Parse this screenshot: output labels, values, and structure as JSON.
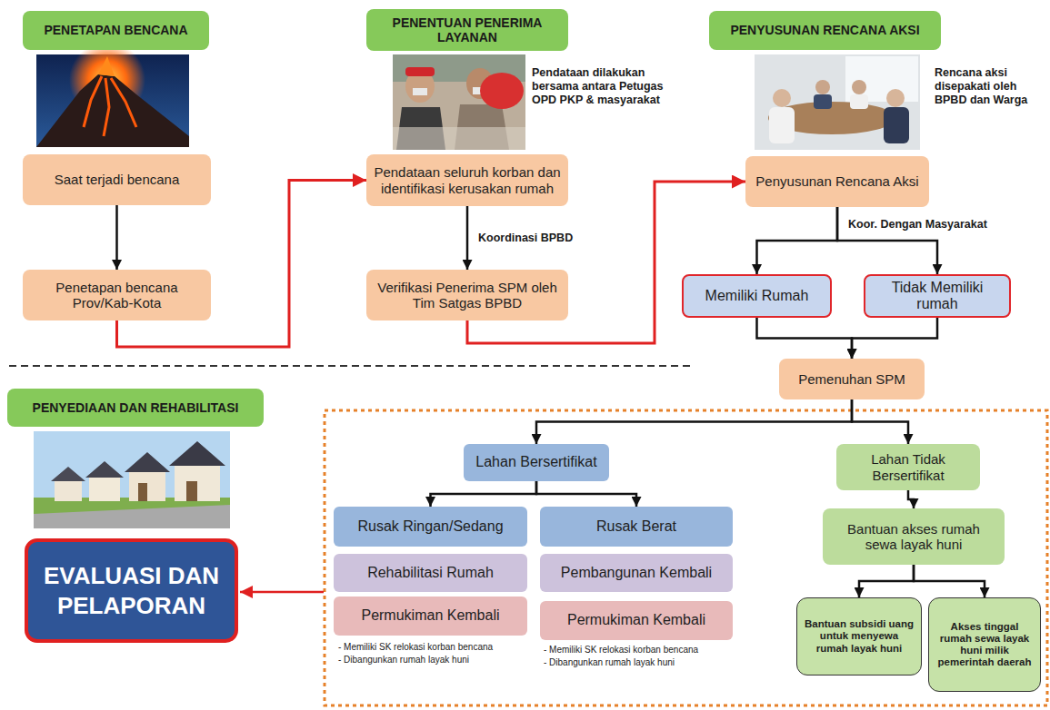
{
  "diagram": {
    "nodes": [
      {
        "text": [
          "PENETAPAN BENCANA"
        ]
      },
      {
        "text": [
          "Saat terjadi bencana"
        ]
      },
      {
        "text": [
          "Penetapan bencana Prov/Kab-Kota"
        ]
      },
      {
        "text": [
          "PENENTUAN PENERIMA LAYANAN"
        ]
      },
      {
        "text": [
          "Pendataan seluruh korban dan identifikasi kerusakan rumah"
        ]
      },
      {
        "text": [
          "Verifikasi Penerima SPM oleh Tim Satgas BPBD"
        ]
      },
      {
        "text": [
          "PENYUSUNAN RENCANA AKSI"
        ]
      },
      {
        "text": [
          "Penyusunan Rencana Aksi"
        ]
      },
      {
        "text": [
          "Memiliki Rumah"
        ]
      },
      {
        "text": [
          "Tidak Memiliki rumah"
        ]
      },
      {
        "text": [
          "Pemenuhan SPM"
        ]
      },
      {
        "text": [
          "PENYEDIAAN DAN REHABILITASI"
        ]
      },
      {
        "text": [
          "EVALUASI DAN PELAPORAN"
        ]
      },
      {
        "text": [
          "Lahan Bersertifikat"
        ]
      },
      {
        "text": [
          "Rusak Ringan/Sedang"
        ]
      },
      {
        "text": [
          "Rehabilitasi Rumah"
        ]
      },
      {
        "text": [
          "Permukiman Kembali"
        ]
      },
      {
        "text": [
          "Rusak Berat"
        ]
      },
      {
        "text": [
          "Pembangunan Kembali"
        ]
      },
      {
        "text": [
          "Permukiman Kembali"
        ]
      },
      {
        "text": [
          "Lahan Tidak Bersertifikat"
        ]
      },
      {
        "text": [
          "Bantuan akses rumah sewa layak huni"
        ]
      },
      {
        "text": [
          "Bantuan subsidi uang untuk menyewa rumah layak huni"
        ]
      },
      {
        "text": [
          "Akses tinggal rumah sewa layak huni milik pemerintah daerah"
        ]
      }
    ],
    "edges": [
      {
        "from": 1,
        "to": 2,
        "arrow": "to"
      },
      {
        "from": 2,
        "to": 4,
        "arrow": "to"
      },
      {
        "from": 4,
        "to": 5,
        "label": "Koordinasi BPBD",
        "arrow": "to"
      },
      {
        "from": 5,
        "to": 7,
        "arrow": "to"
      },
      {
        "from": 7,
        "to": 8,
        "label": "Koor. Dengan Masyarakat",
        "arrow": "to"
      },
      {
        "from": 7,
        "to": 9,
        "arrow": "to"
      },
      {
        "from": 8,
        "to": 10,
        "arrow": "to"
      },
      {
        "from": 9,
        "to": 10,
        "arrow": "to"
      },
      {
        "from": 10,
        "to": 13,
        "arrow": "to"
      },
      {
        "from": 10,
        "to": 20,
        "arrow": "to"
      },
      {
        "from": 13,
        "to": 14,
        "arrow": "to"
      },
      {
        "from": 13,
        "to": 17,
        "arrow": "to"
      },
      {
        "from": 20,
        "to": 21,
        "arrow": "to"
      },
      {
        "from": 21,
        "to": 22,
        "arrow": "to"
      },
      {
        "from": 21,
        "to": 23,
        "arrow": "to"
      }
    ],
    "labels": [
      "Pendataan dilakukan bersama antara Petugas OPD PKP & masyarakat",
      "Rencana aksi disepakati oleh BPBD dan Warga",
      "- Memiliki SK relokasi korban bencana",
      "- Dibangunkan rumah layak huni",
      "- Memiliki SK relokasi korban bencana",
      "- Dibangunkan rumah layak huni"
    ]
  }
}
